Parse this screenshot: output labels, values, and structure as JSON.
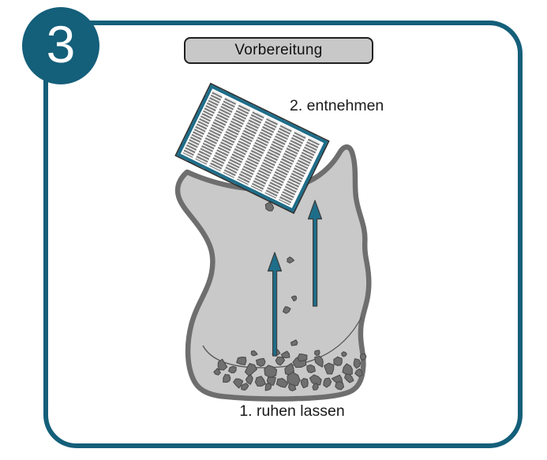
{
  "step_badge": {
    "number": "3"
  },
  "title_box": {
    "label": "Vorbereitung"
  },
  "diagram": {
    "label_top": "2. entnehmen",
    "label_bottom": "1. ruhen lassen"
  },
  "colors": {
    "accent_teal": "#145f7a",
    "accent_teal_light": "#1e6d89",
    "bag_fill": "#c9c9c9",
    "bag_outline": "#6e6e6e",
    "particle_fill": "#6f6f6f",
    "particle_stroke": "#4c4c4c",
    "title_box_bg": "#c8c8c8"
  },
  "filter": {
    "columns": 8,
    "rotation_deg": 26
  },
  "particles": {
    "pile": [
      [
        281,
        463,
        7
      ],
      [
        295,
        469,
        6
      ],
      [
        307,
        457,
        7
      ],
      [
        318,
        468,
        8
      ],
      [
        331,
        459,
        6
      ],
      [
        343,
        470,
        8
      ],
      [
        355,
        458,
        6
      ],
      [
        367,
        468,
        7
      ],
      [
        380,
        459,
        8
      ],
      [
        393,
        468,
        6
      ],
      [
        405,
        458,
        7
      ],
      [
        417,
        468,
        7
      ],
      [
        429,
        459,
        6
      ],
      [
        441,
        468,
        7
      ],
      [
        452,
        461,
        6
      ],
      [
        288,
        480,
        6
      ],
      [
        302,
        485,
        7
      ],
      [
        316,
        481,
        6
      ],
      [
        330,
        484,
        7
      ],
      [
        344,
        482,
        6
      ],
      [
        358,
        485,
        7
      ],
      [
        372,
        481,
        8
      ],
      [
        386,
        485,
        6
      ],
      [
        400,
        482,
        7
      ],
      [
        414,
        485,
        6
      ],
      [
        428,
        481,
        7
      ],
      [
        442,
        479,
        6
      ],
      [
        454,
        473,
        5
      ],
      [
        275,
        471,
        4
      ],
      [
        322,
        448,
        4
      ],
      [
        350,
        447,
        5
      ],
      [
        402,
        447,
        4
      ],
      [
        436,
        449,
        4
      ],
      [
        460,
        452,
        4
      ],
      [
        310,
        490,
        5
      ],
      [
        340,
        491,
        5
      ],
      [
        370,
        491,
        5
      ],
      [
        400,
        490,
        5
      ],
      [
        430,
        489,
        5
      ]
    ],
    "floating": [
      [
        342,
        263,
        6
      ],
      [
        368,
        330,
        4
      ],
      [
        373,
        378,
        4
      ],
      [
        363,
        392,
        5
      ],
      [
        373,
        435,
        4
      ],
      [
        362,
        450,
        5
      ],
      [
        383,
        453,
        6
      ]
    ]
  }
}
